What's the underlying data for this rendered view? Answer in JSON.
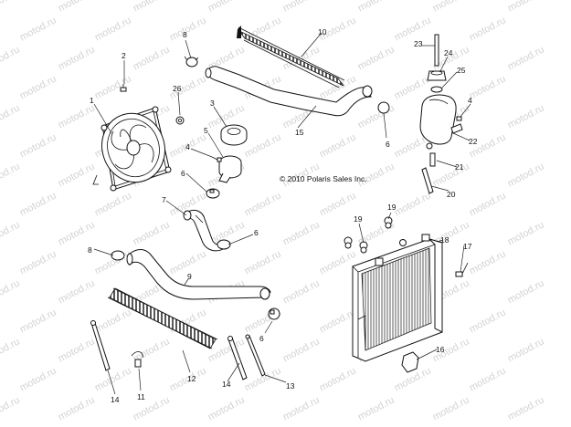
{
  "copyright": "© 2010 Polaris Sales Inc.",
  "watermark": "motod.ru",
  "callouts": {
    "c1": "1",
    "c2": "2",
    "c3": "3",
    "c4a": "4",
    "c4b": "4",
    "c5": "5",
    "c6a": "6",
    "c6b": "6",
    "c6c": "6",
    "c6d": "6",
    "c7": "7",
    "c8a": "8",
    "c8b": "8",
    "c9": "9",
    "c10": "10",
    "c11": "11",
    "c12": "12",
    "c13": "13",
    "c14a": "14",
    "c14b": "14",
    "c15": "15",
    "c16": "16",
    "c17": "17",
    "c18": "18",
    "c19a": "19",
    "c19b": "19",
    "c20": "20",
    "c21": "21",
    "c22": "22",
    "c23": "23",
    "c24": "24",
    "c25": "25",
    "c26": "26"
  }
}
